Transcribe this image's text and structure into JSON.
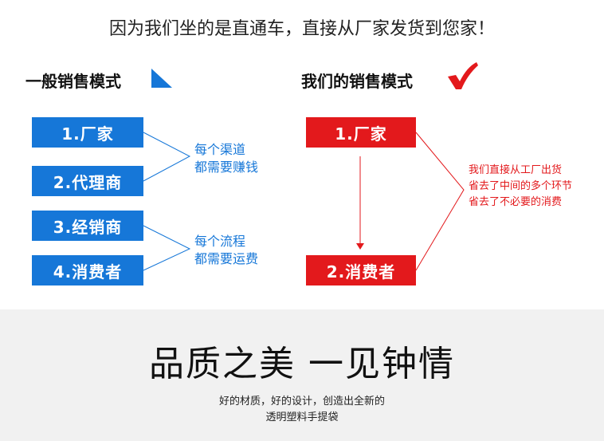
{
  "header": {
    "headline": "因为我们坐的是直通车，直接从厂家发货到您家！"
  },
  "left": {
    "title": "一般销售模式",
    "boxes": [
      "1.厂家",
      "2.代理商",
      "3.经销商",
      "4.消费者"
    ],
    "note1": [
      "每个渠道",
      "都需要赚钱"
    ],
    "note2": [
      "每个流程",
      "都需要运费"
    ]
  },
  "right": {
    "title": "我们的销售模式",
    "boxes": [
      "1.厂家",
      "2.消费者"
    ],
    "note": [
      "我们直接从工厂出货",
      "省去了中间的多个环节",
      "省去了不必要的消费"
    ]
  },
  "bottom": {
    "slogan": "品质之美 一见钟情",
    "desc": [
      "好的材质，好的设计，创造出全新的",
      "透明塑料手提袋"
    ]
  },
  "colors": {
    "blue": "#1677d8",
    "red": "#e3191c"
  }
}
